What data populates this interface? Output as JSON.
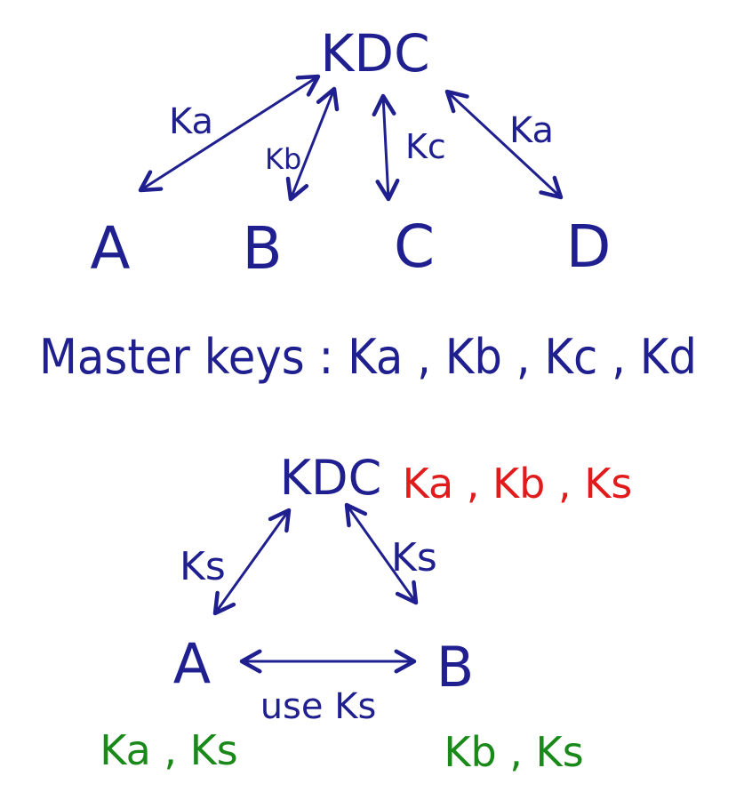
{
  "colors": {
    "ink": "#1f1f8f",
    "shared_keys": "#e11b1b",
    "party_keys": "#198a19"
  },
  "top": {
    "kdc": "KDC",
    "nodes": [
      "A",
      "B",
      "C",
      "D"
    ],
    "edge_labels": [
      "Ka",
      "Kb",
      "Kc",
      "Ka"
    ],
    "caption": "Master keys : Ka , Kb , Kc , Kd"
  },
  "bottom": {
    "kdc": "KDC",
    "kdc_keys": "Ka , Kb , Ks",
    "edge_labels": [
      "Ks",
      "Ks"
    ],
    "node_a": "A",
    "node_b": "B",
    "link_label": "use Ks",
    "keys_a": "Ka , Ks",
    "keys_b": "Kb , Ks"
  }
}
